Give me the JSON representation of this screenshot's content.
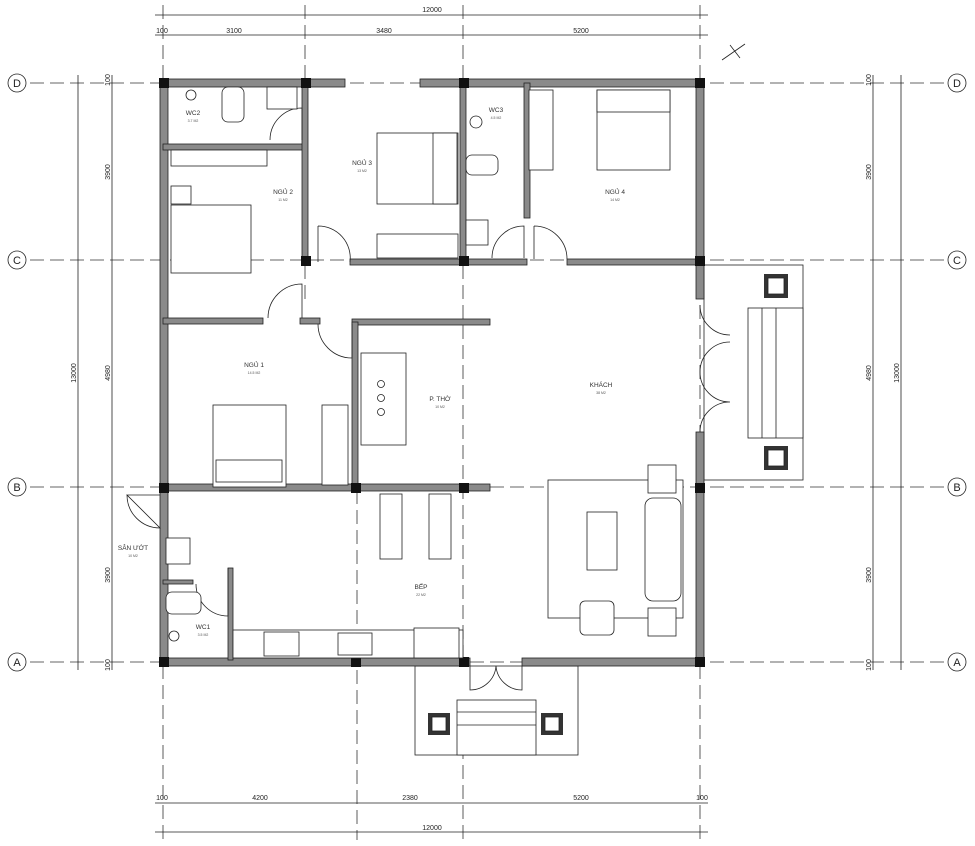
{
  "dimensions": {
    "top_total": "12000",
    "top": [
      "100",
      "3100",
      "3480",
      "5200"
    ],
    "bottom": [
      "100",
      "4200",
      "2380",
      "5200",
      "100"
    ],
    "bottom_total": "12000",
    "left": [
      "100",
      "3900",
      "4980",
      "3900",
      "100"
    ],
    "left_total": "13000",
    "right": [
      "100",
      "3900",
      "4980",
      "3900",
      "100"
    ],
    "right_total": "13000"
  },
  "grid_axes": [
    "D",
    "C",
    "B",
    "A"
  ],
  "rooms": [
    {
      "name": "WC2",
      "area": "3.7 M2"
    },
    {
      "name": "NGỦ 2",
      "area": "11 M2"
    },
    {
      "name": "NGỦ 3",
      "area": "13 M2"
    },
    {
      "name": "WC3",
      "area": "4.5 M2"
    },
    {
      "name": "NGỦ 4",
      "area": "14 M2"
    },
    {
      "name": "NGỦ 1",
      "area": "14.5 M2"
    },
    {
      "name": "P. THỜ",
      "area": "10 M2"
    },
    {
      "name": "KHÁCH",
      "area": "38 M2"
    },
    {
      "name": "SÂN ƯỚT",
      "area": "10 M2"
    },
    {
      "name": "WC1",
      "area": "3.5 M2"
    },
    {
      "name": "BẾP",
      "area": "22 M2"
    }
  ]
}
